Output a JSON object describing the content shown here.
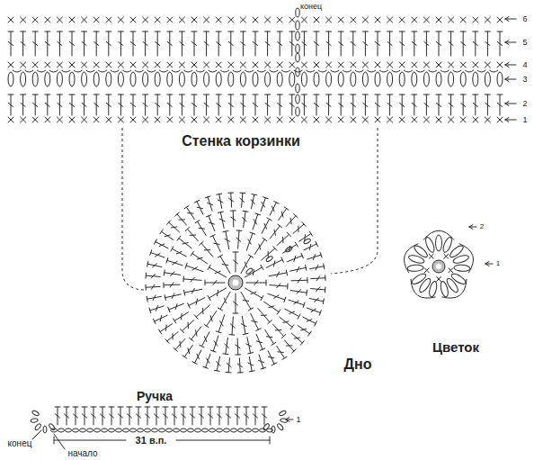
{
  "diagram": {
    "labels": [
      "конец",
      "6",
      "5",
      "4",
      "3",
      "2",
      "1",
      "Стенка корзинки",
      "Дно",
      "2",
      "1",
      "Цветок",
      "Ручка",
      "1",
      "конец",
      "начало",
      "31 в.п."
    ]
  }
}
